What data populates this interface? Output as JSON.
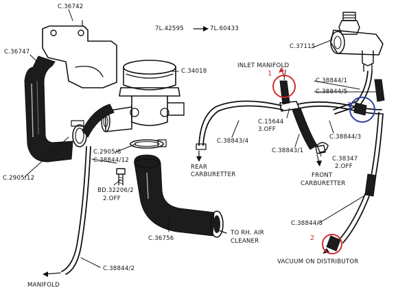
{
  "labels": {
    "top_ref": "7L.42595",
    "top_ref_new": "7L.60433",
    "bracket": "C.36742",
    "hose_left": "C.36747",
    "valve": "C.34018",
    "sensor": "C.37115",
    "inlet_manifold": "INLET MANIFOLD",
    "pipe_1": "C.38844/1",
    "pipe_5_top": "C.38844/5",
    "tee": "C.15644",
    "tee_qty": "3.OFF",
    "pipe_3": "C.38844/3",
    "pipe_4": "C.38843/4",
    "pipe_843_1": "C.38843/1",
    "clip": "C.38347",
    "clip_qty": "2.OFF",
    "rear_carb_1": "REAR",
    "rear_carb_2": "CARBURETTER",
    "front_carb_1": "FRONT",
    "front_carb_2": "CARBURETTER",
    "clamp_8": "C.2905/8",
    "pipe_12": "C.38844/12",
    "clamp_12": "C.2905/12",
    "bolt": "BD.32206/2",
    "bolt_qty": "2.OFF",
    "elbow": "C.36756",
    "air_cleaner_1": "TO RH. AIR",
    "air_cleaner_2": "CLEANER",
    "pipe_5_bottom": "C.38844/5",
    "vacuum": "VACUUM ON DISTRIBUTOR",
    "pipe_2": "C.38844/2",
    "manifold": "MANIFOLD"
  },
  "markers": [
    {
      "id": "1",
      "color": "#d42a2a"
    },
    {
      "id": "2",
      "color": "#d42a2a"
    },
    {
      "id": "3",
      "color": "#2f3fa8"
    }
  ]
}
